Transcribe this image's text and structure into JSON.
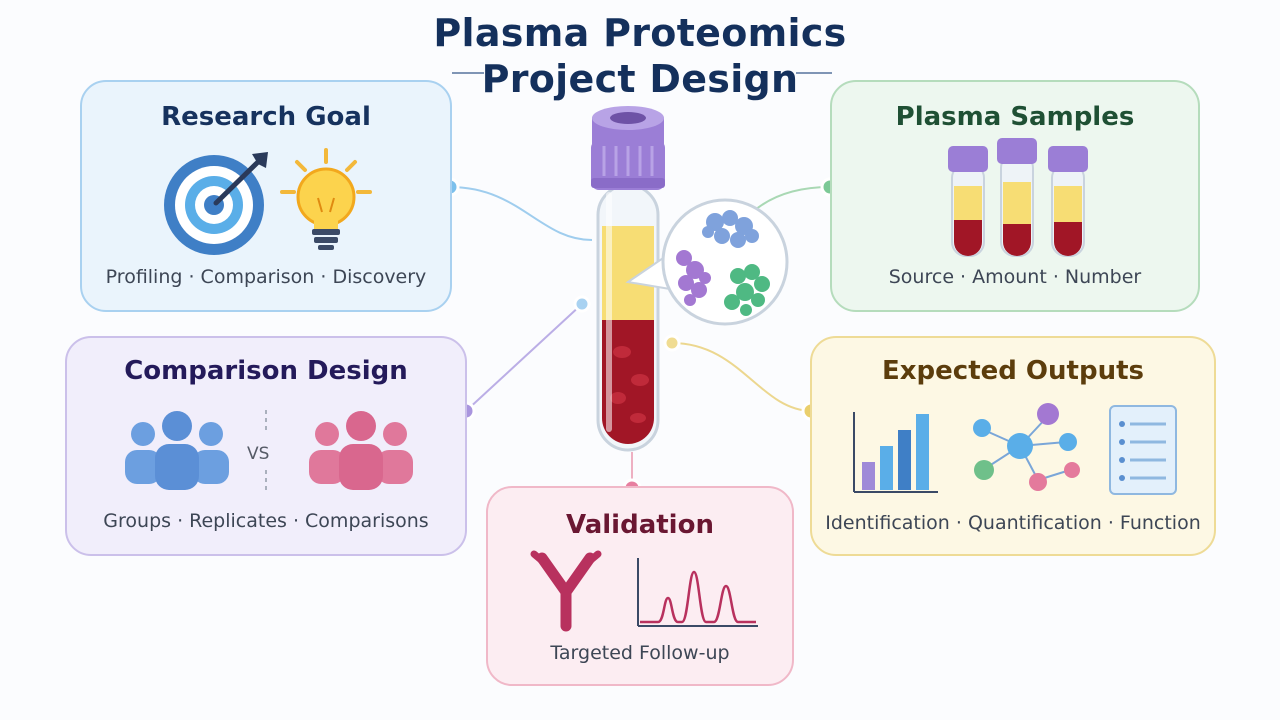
{
  "title": {
    "line1": "Plasma Proteomics",
    "line2": "Project Design"
  },
  "cards": {
    "research_goal": {
      "title": "Research Goal",
      "subtitle": "Profiling · Comparison · Discovery"
    },
    "plasma_samples": {
      "title": "Plasma Samples",
      "subtitle": "Source · Amount · Number"
    },
    "comparison_design": {
      "title": "Comparison Design",
      "subtitle": "Groups · Replicates · Comparisons",
      "vs_label": "VS"
    },
    "expected_outputs": {
      "title": "Expected Outputs",
      "subtitle": "Identification · Quantification · Function"
    },
    "validation": {
      "title": "Validation",
      "subtitle": "Targeted Follow-up"
    }
  },
  "colors": {
    "title": "#14305c",
    "research_goal": "#5aaee8",
    "plasma_samples": "#6fc08a",
    "comparison_design": "#9f8ad8",
    "expected_outputs": "#e8cc6a",
    "validation": "#e47a9c",
    "blood": "#a11626",
    "plasma": "#f7dd74",
    "cap": "#9b7ed6"
  },
  "icons": {
    "research_goal": [
      "target-icon",
      "lightbulb-icon"
    ],
    "plasma_samples": [
      "sample-tube-icon"
    ],
    "comparison_design": [
      "group-icon-blue",
      "group-icon-pink"
    ],
    "expected_outputs": [
      "bar-chart-icon",
      "network-icon",
      "document-icon"
    ],
    "validation": [
      "antibody-icon",
      "chromatogram-icon"
    ],
    "center": [
      "blood-tube-icon",
      "protein-magnifier-icon"
    ]
  }
}
